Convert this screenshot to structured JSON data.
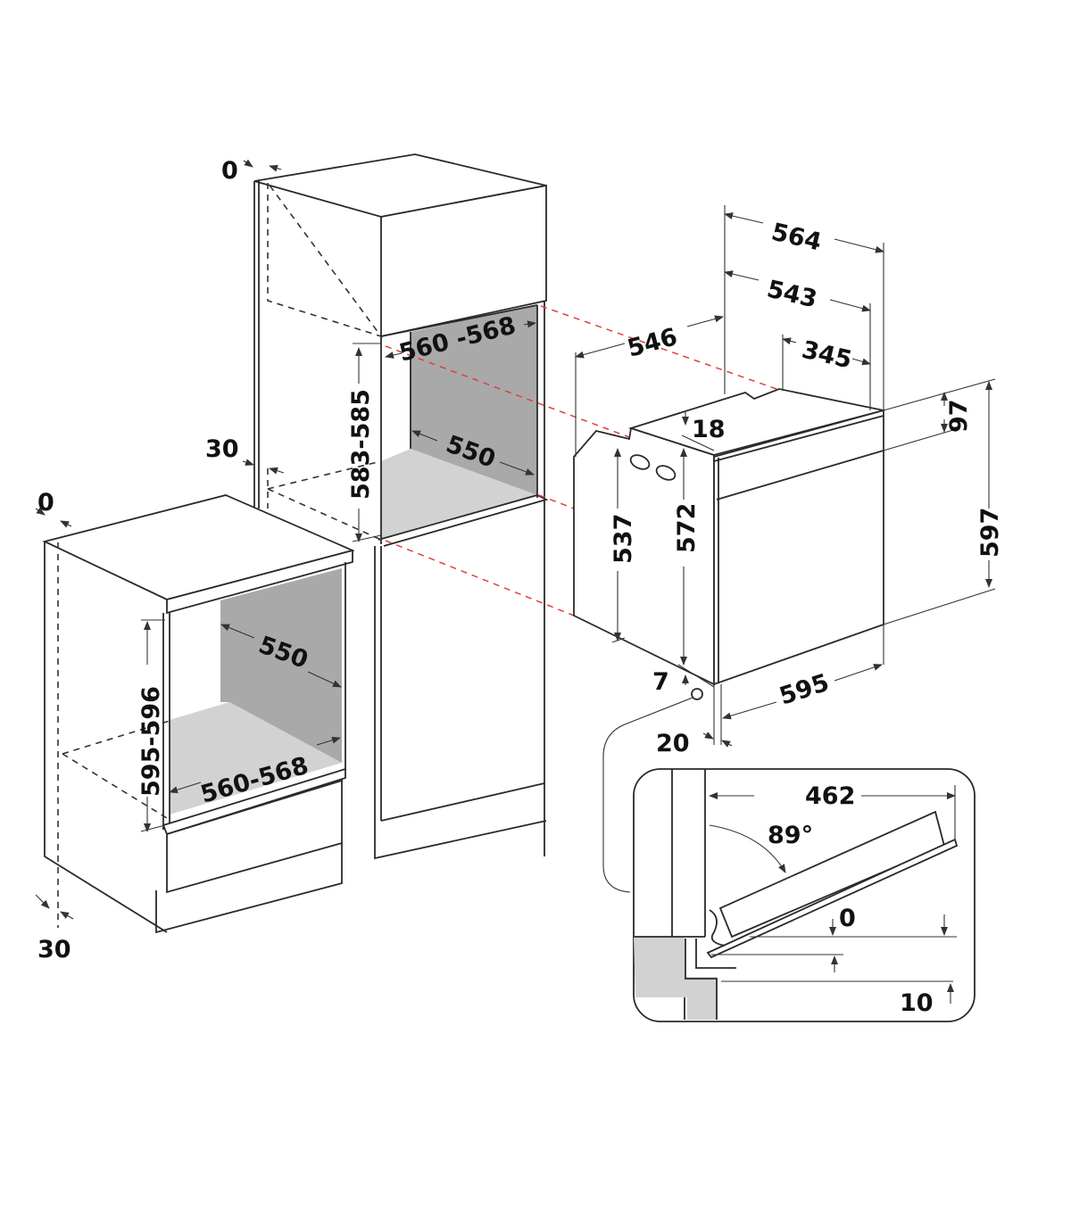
{
  "colors": {
    "line": "#2a2a2a",
    "projection": "#e0403a",
    "cavity_back": "#a9a9a9",
    "cavity_floor": "#d2d2d2"
  },
  "tall_cabinet": {
    "top_gap": "0",
    "side_gap": "30",
    "niche_width": "560 -568",
    "niche_height": "583-585",
    "niche_depth": "550"
  },
  "base_cabinet": {
    "top_gap": "0",
    "bottom_gap": "30",
    "niche_depth": "550",
    "niche_height": "595-596",
    "niche_width": "560-568"
  },
  "oven": {
    "total_depth": "564",
    "body_depth": "543",
    "top_depth": "345",
    "side_depth": "546",
    "top_offset": "18",
    "panel_height": "97",
    "front_height": "597",
    "side_height": "537",
    "body_height": "572",
    "bottom_offset": "7",
    "front_width": "595",
    "front_thickness": "20"
  },
  "door_detail": {
    "opening_reach": "462",
    "opening_angle": "89°",
    "top_clearance": "0",
    "bottom_clearance": "10"
  }
}
